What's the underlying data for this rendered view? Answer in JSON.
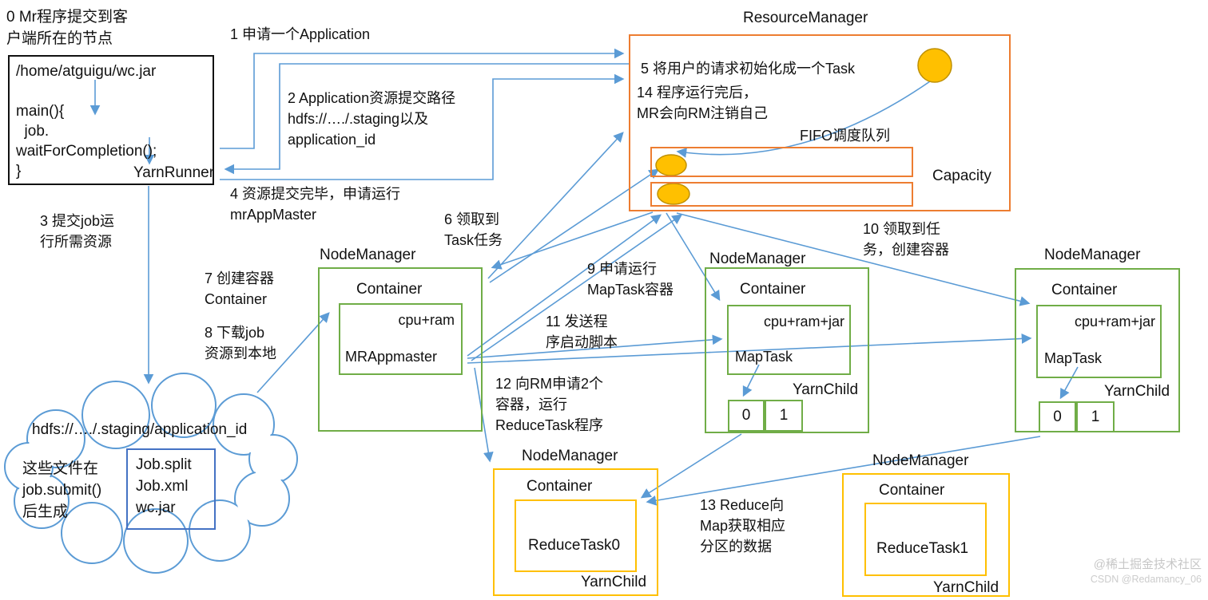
{
  "colors": {
    "arrow_blue": "#5B9BD5",
    "green": "#70AD47",
    "orange": "#ED7D31",
    "yellow": "#FFC000",
    "token_fill": "#FFC000",
    "token_stroke": "#BF9000",
    "file_box_blue": "#4472C4"
  },
  "client": {
    "note": [
      "0 Mr程序提交到客",
      "户端所在的节点"
    ],
    "code": "/home/atguigu/wc.jar\n\nmain(){\n  job.\nwaitForCompletion();\n}",
    "runner": "YarnRunner"
  },
  "steps": {
    "s1": "1 申请一个Application",
    "s2": [
      "2 Application资源提交路径",
      "hdfs://…./.staging以及",
      "application_id"
    ],
    "s3": [
      "3 提交job运",
      "行所需资源"
    ],
    "s4": [
      "4 资源提交完毕，申请运行",
      "mrAppMaster"
    ],
    "s6": [
      "6 领取到",
      "Task任务"
    ],
    "s7": [
      "7 创建容器",
      "Container"
    ],
    "s8": [
      "8 下载job",
      "资源到本地"
    ],
    "s9": [
      "9 申请运行",
      "MapTask容器"
    ],
    "s10": [
      "10 领取到任",
      "务，创建容器"
    ],
    "s11": [
      "11 发送程",
      "序启动脚本"
    ],
    "s12": [
      "12 向RM申请2个",
      "容器，运行",
      "ReduceTask程序"
    ],
    "s13": [
      "13 Reduce向",
      "Map获取相应",
      "分区的数据"
    ]
  },
  "resource_manager": {
    "title": "ResourceManager",
    "s5": "5 将用户的请求初始化成一个Task",
    "s14": [
      "14 程序运行完后，",
      "MR会向RM注销自己"
    ],
    "fifo": "FIFO调度队列",
    "capacity": "Capacity"
  },
  "node_managers": {
    "nm1": {
      "title": "NodeManager",
      "container": "Container",
      "resource": "cpu+ram",
      "process": "MRAppmaster"
    },
    "nm2": {
      "title": "NodeManager",
      "container": "Container",
      "resource": "cpu+ram+jar",
      "process": "MapTask",
      "child": "YarnChild",
      "partitions": [
        "0",
        "1"
      ]
    },
    "nm3": {
      "title": "NodeManager",
      "container": "Container",
      "resource": "cpu+ram+jar",
      "process": "MapTask",
      "child": "YarnChild",
      "partitions": [
        "0",
        "1"
      ]
    },
    "nm4": {
      "title": "NodeManager",
      "container": "Container",
      "process": "ReduceTask0",
      "child": "YarnChild"
    },
    "nm5": {
      "title": "NodeManager",
      "container": "Container",
      "process": "ReduceTask1",
      "child": "YarnChild"
    }
  },
  "hdfs_cloud": {
    "path": "hdfs://…./.staging/application_id",
    "note": [
      "这些文件在",
      "job.submit()",
      "后生成"
    ],
    "files": [
      "Job.split",
      "Job.xml",
      "wc.jar"
    ]
  },
  "watermark": {
    "line1": "@稀土掘金技术社区",
    "line2": "CSDN @Redamancy_06"
  }
}
